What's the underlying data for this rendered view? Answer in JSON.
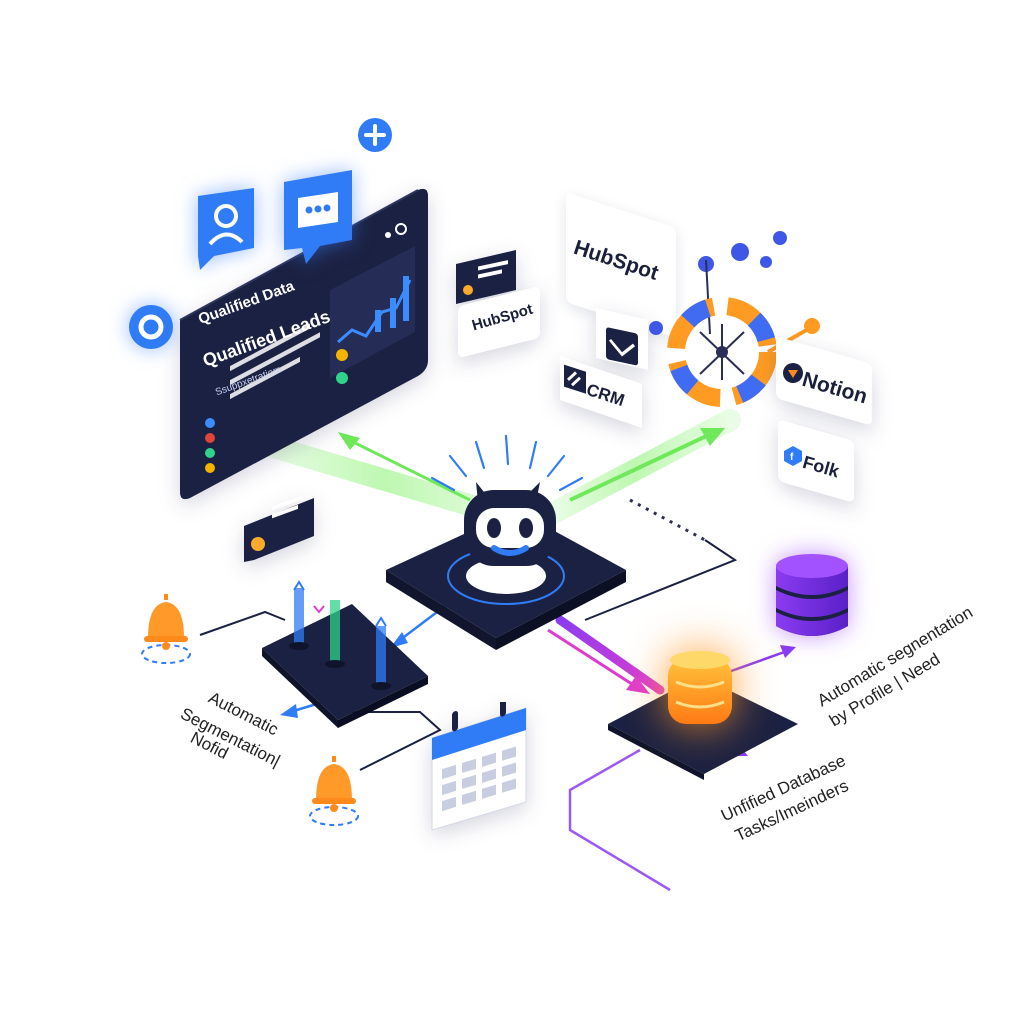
{
  "dashboard": {
    "line1": "Qualified Data",
    "line2": "Qualified Leads",
    "line3": "Ssuppxetratiom"
  },
  "integrations": {
    "hubspot_large": "HubSpot",
    "hubspot_small": "HubSpot",
    "crm": "CRM",
    "notion": "Notion",
    "folk": "Folk"
  },
  "labels": {
    "left": [
      "Automatic",
      "Segmentation|",
      "Nofid"
    ],
    "right_top": [
      "Automatic segnentation",
      "by Profile | Need"
    ],
    "right_bottom": [
      "Unfified Database",
      "Tasks/Imeinders"
    ]
  },
  "colors": {
    "navy": "#1b2142",
    "blue": "#2f7cf6",
    "green": "#7cf062",
    "purple": "#9b3cf0",
    "magenta": "#d23ad8",
    "orange": "#ff8a1c"
  }
}
